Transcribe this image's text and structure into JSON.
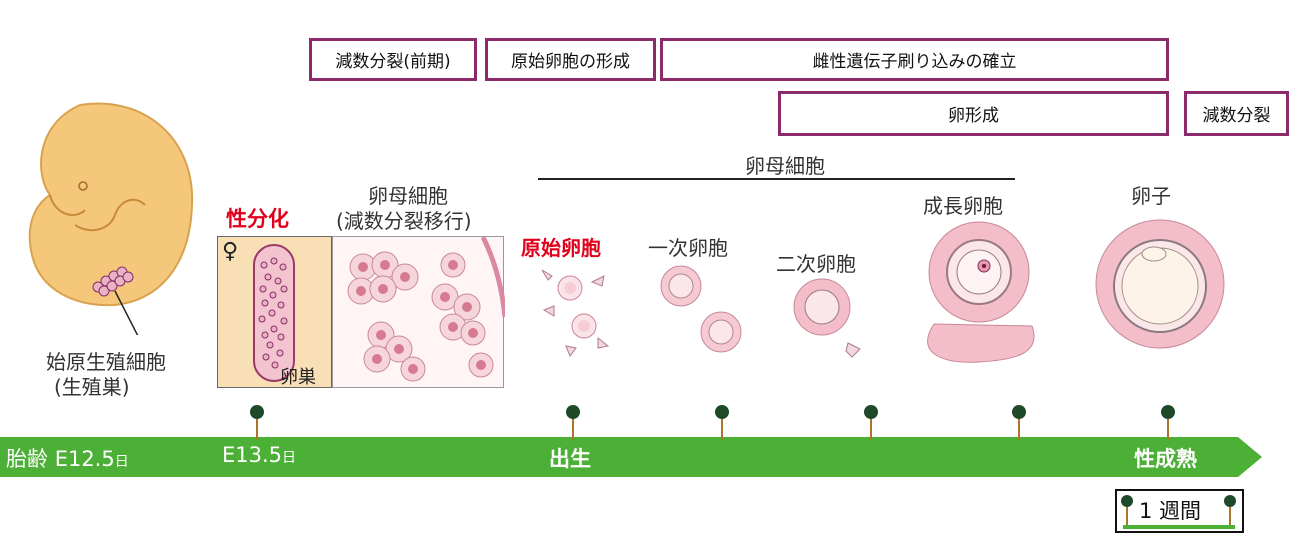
{
  "phases": {
    "meiosis_early": "減数分裂(前期)",
    "primordial_follicle_formation": "原始卵胞の形成",
    "imprinting": "雌性遺伝子刷り込みの確立",
    "oogenesis": "卵形成",
    "meiosis": "減数分裂"
  },
  "header": {
    "oocyte_group": "卵母細胞"
  },
  "labels": {
    "pgc_line1": "始原生殖細胞",
    "pgc_line2": "(生殖巣)",
    "sex_diff": "性分化",
    "female_symbol": "♀",
    "ovary": "卵巣",
    "oocyte_line1": "卵母細胞",
    "oocyte_line2": "(減数分裂移行)",
    "primordial_follicle": "原始卵胞",
    "primary_follicle": "一次卵胞",
    "secondary_follicle": "二次卵胞",
    "growing_follicle": "成長卵胞",
    "ovum": "卵子"
  },
  "timeline": {
    "age_label": "胎齢",
    "e12_num": "E12.5",
    "e13_num": "E13.5",
    "day_unit": "日",
    "birth": "出生",
    "maturity": "性成熟"
  },
  "legend": {
    "text": "1 週間"
  },
  "colors": {
    "timeline_green": "#4caf36",
    "phase_border": "#8a2a6a",
    "pin_dot": "#1e4a2a",
    "pin_stick": "#b0732a",
    "highlight_red": "#e0001b",
    "embryo": "#f5c77a",
    "cell_pink": "#e8b4c4"
  }
}
